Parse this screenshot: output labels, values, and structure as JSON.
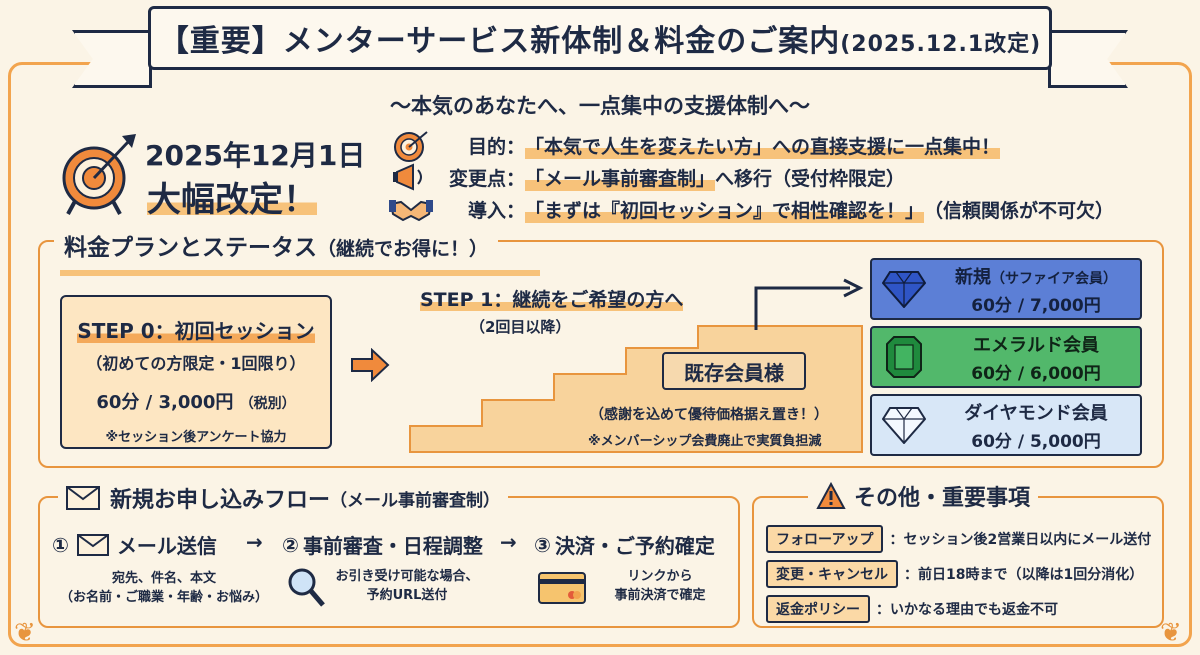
{
  "header": {
    "title_main": "【重要】メンターサービス新体制＆料金のご案内",
    "title_date": "(2025.12.1改定)",
    "subtitle": "〜本気のあなたへ、一点集中の支援体制へ〜"
  },
  "intro": {
    "date": "2025年12月1日",
    "headline": "大幅改定！",
    "rows": [
      {
        "icon": "target-icon",
        "label": "目的",
        "text_pre": "：",
        "text_hl": "「本気で人生を変えたい方」への直接支援に一点集中！",
        "text_post": ""
      },
      {
        "icon": "megaphone-icon",
        "label": "変更点",
        "text_pre": "：",
        "text_hl": "「メール事前審査制」",
        "text_post": "へ移行（受付枠限定）"
      },
      {
        "icon": "handshake-icon",
        "label": "導入",
        "text_pre": "：",
        "text_hl": "「まずは『初回セッション』で相性確認を！」",
        "text_post": "（信頼関係が不可欠）"
      }
    ]
  },
  "plans": {
    "section_title": "料金プランとステータス",
    "section_sub": "（継続でお得に！）",
    "step0": {
      "title": "STEP 0：初回セッション",
      "sub": "（初めての方限定・1回限り）",
      "price": "60分 / 3,000円",
      "tax": "（税別）",
      "note": "※セッション後アンケート協力"
    },
    "step1": {
      "title": "STEP 1：継続をご希望の方へ",
      "sub": "（2回目以降）"
    },
    "existing": {
      "badge": "既存会員様",
      "note1": "（感謝を込めて優待価格据え置き！）",
      "note2": "※メンバーシップ会費廃止で実質負担減"
    },
    "tiers": [
      {
        "name": "新規",
        "name_sub": "（サファイア会員）",
        "price": "60分 / 7,000円",
        "color": "#5c7fd6"
      },
      {
        "name": "エメラルド会員",
        "name_sub": "",
        "price": "60分 / 6,000円",
        "color": "#52b86b"
      },
      {
        "name": "ダイヤモンド会員",
        "name_sub": "",
        "price": "60分 / 5,000円",
        "color": "#d8e7f7"
      }
    ]
  },
  "flow": {
    "title": "新規お申し込みフロー",
    "title_sub": "（メール事前審査制）",
    "steps": [
      {
        "num": "①",
        "label": "メール送信",
        "sub1": "宛先、件名、本文",
        "sub2": "（お名前・ご職業・年齢・お悩み）"
      },
      {
        "num": "②",
        "label": "事前審査・日程調整",
        "sub1": "お引き受け可能な場合、",
        "sub2": "予約URL送付"
      },
      {
        "num": "③",
        "label": "決済・ご予約確定",
        "sub1": "リンクから",
        "sub2": "事前決済で確定"
      }
    ],
    "arrow": "→"
  },
  "other": {
    "title": "その他・重要事項",
    "items": [
      {
        "tag": "フォローアップ",
        "text": "：セッション後2営業日以内にメール送付"
      },
      {
        "tag": "変更・キャンセル",
        "text": "：前日18時まで（以降は1回分消化）"
      },
      {
        "tag": "返金ポリシー",
        "text": "：いかなる理由でも返金不可"
      }
    ]
  }
}
